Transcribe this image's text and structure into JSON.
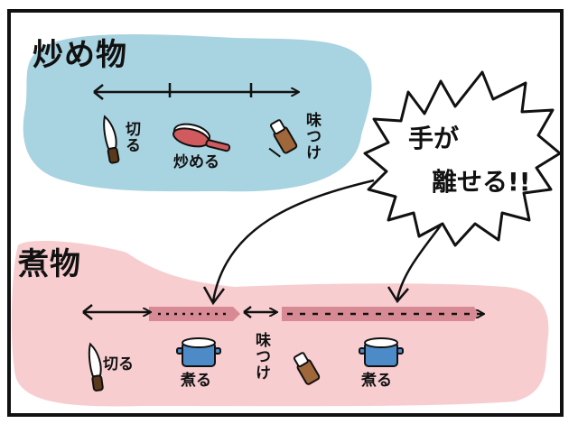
{
  "stir_fry": {
    "title": "炒め物",
    "steps": {
      "cut": "切る",
      "fry": "炒める",
      "season": "味つけ"
    },
    "region_color": "#a8d3e0"
  },
  "simmer": {
    "title": "煮物",
    "steps": {
      "cut": "切る",
      "boil1": "煮る",
      "season": "味つけ",
      "boil2": "煮る"
    },
    "region_color": "#f7cdd0",
    "timeline_color": "#d88a94"
  },
  "speech_bubble": {
    "line1": "手が",
    "line2": "離せる!!"
  },
  "icons": [
    "knife-icon",
    "frying-pan-icon",
    "seasoning-bottle-icon",
    "pot-icon"
  ]
}
